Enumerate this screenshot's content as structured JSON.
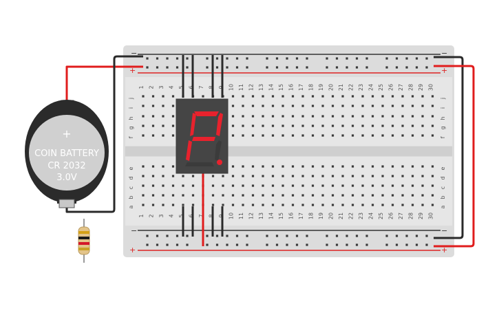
{
  "battery": {
    "line1": "COIN BATTERY",
    "line2": "CR 2032",
    "line3": "3.0V",
    "plus_symbol": "+"
  },
  "breadboard": {
    "columns": 30,
    "row_labels_top": [
      "j",
      "i",
      "h",
      "g",
      "f"
    ],
    "row_labels_bottom": [
      "e",
      "d",
      "c",
      "b",
      "a"
    ],
    "rail_minus": "−",
    "rail_plus": "+"
  },
  "display": {
    "segments_on": [
      "e",
      "f",
      "a",
      "b",
      "g",
      "dp"
    ],
    "color_on": "#e8222d",
    "color_off": "#3b3b3b"
  },
  "colors": {
    "wire_red": "#e01c1c",
    "wire_black": "#2a2a2a",
    "board": "#dedede",
    "hole": "#3a3a3a"
  },
  "resistor": {
    "bands": [
      "#d4a017",
      "#1a1a1a",
      "#d4182a",
      "#c9a227"
    ]
  },
  "icons": [
    "coin-battery",
    "resistor",
    "seven-segment-display"
  ]
}
